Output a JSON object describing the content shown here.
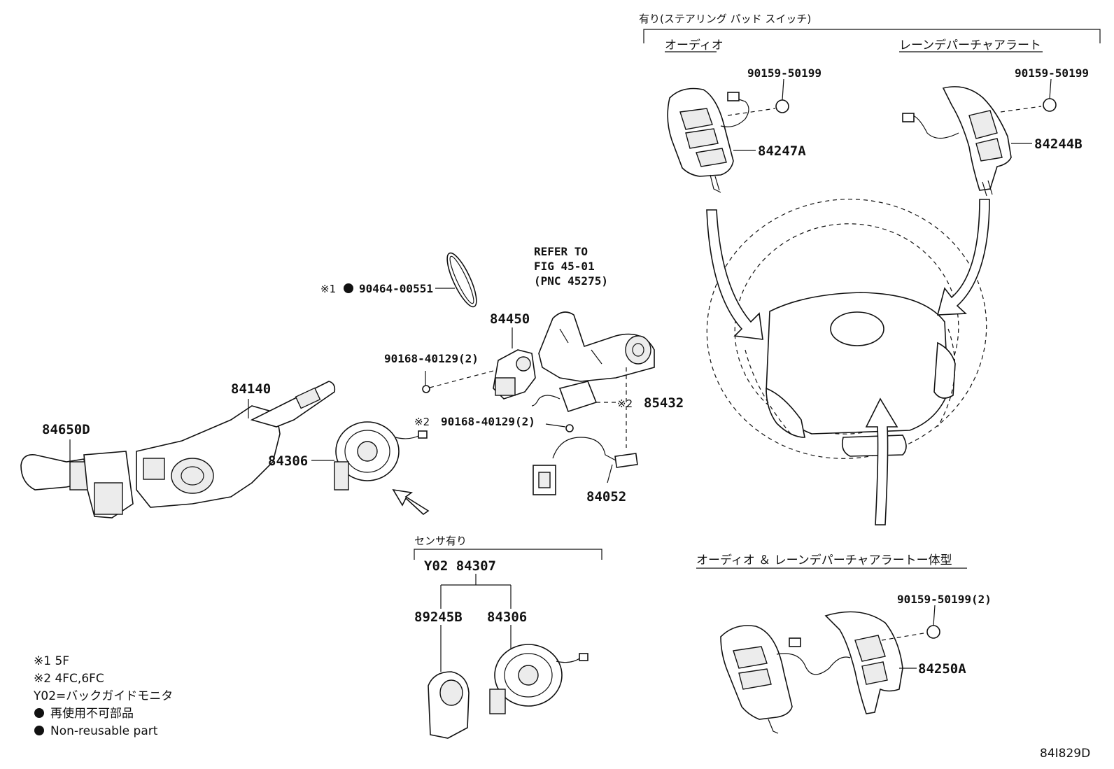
{
  "header": {
    "section_title": "有り(ステアリング パッド スイッチ)",
    "audio_title": "オーディオ",
    "ldw_title": "レーンデパーチャアラート",
    "combined_title": "オーディオ ＆ レーンデパーチャアラートー体型",
    "sensor_title": "センサ有り"
  },
  "labels": {
    "p84650D": "84650D",
    "p84140": "84140",
    "p84306_main": "84306",
    "p84450": "84450",
    "p85432": "85432",
    "p85432_mark": "※2",
    "p84052": "84052",
    "p90464": "90464-00551",
    "p90464_mark": "※1",
    "p90168_a": "90168-40129(2)",
    "p90168_b": "90168-40129(2)",
    "p90168_b_mark": "※2",
    "refer_1": "REFER TO",
    "refer_2": "FIG 45-01",
    "refer_3": "(PNC 45275)",
    "p90159_a": "90159-50199",
    "p84247A": "84247A",
    "p90159_b": "90159-50199",
    "p84244B": "84244B",
    "p90159_c": "90159-50199(2)",
    "p84250A": "84250A",
    "y02_84307": "Y02 84307",
    "p89245B": "89245B",
    "p84306_sub": "84306"
  },
  "legend": {
    "note1": "※1 5F",
    "note2": "※2 4FC,6FC",
    "note3": "Y02=バックガイドモニタ",
    "note4": "再使用不可部品",
    "note5": "Non-reusable part"
  },
  "footer": {
    "figure_id": "84I829D"
  }
}
